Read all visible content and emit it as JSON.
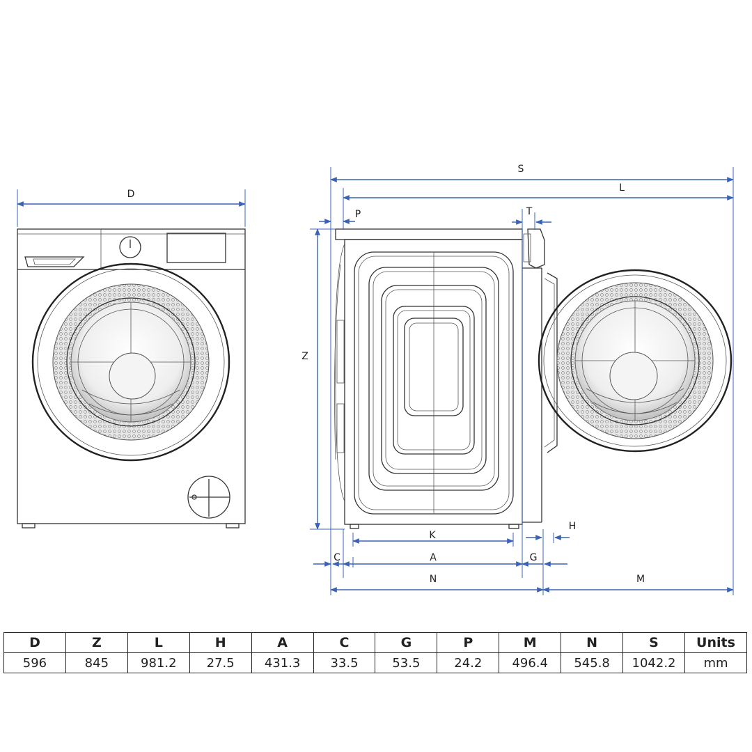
{
  "labels": {
    "D": "D",
    "S": "S",
    "L": "L",
    "P": "P",
    "T": "T",
    "Z": "Z",
    "K": "K",
    "H": "H",
    "C": "C",
    "A": "A",
    "G": "G",
    "N": "N",
    "M": "M"
  },
  "table": {
    "headers": [
      "D",
      "Z",
      "L",
      "H",
      "A",
      "C",
      "G",
      "P",
      "M",
      "N",
      "S",
      "Units"
    ],
    "values": [
      "596",
      "845",
      "981.2",
      "27.5",
      "431.3",
      "33.5",
      "53.5",
      "24.2",
      "496.4",
      "545.8",
      "1042.2",
      "mm"
    ]
  },
  "colors": {
    "dimension_line": "#3a63b8",
    "outline": "#333333"
  }
}
